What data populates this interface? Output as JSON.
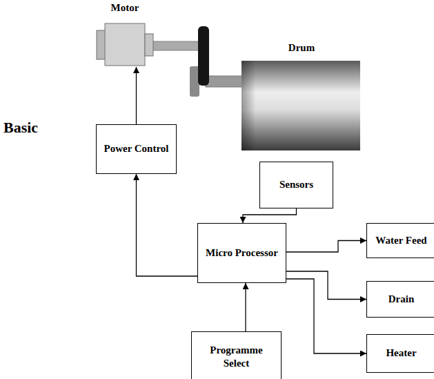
{
  "diagram": {
    "nodes": [
      {
        "text": [
          "Motor"
        ]
      },
      {
        "text": [
          "Drum"
        ]
      },
      {
        "text": [
          "Power Control"
        ]
      },
      {
        "text": [
          "Sensors"
        ]
      },
      {
        "text": [
          "Micro Processor"
        ]
      },
      {
        "text": [
          "Water Feed"
        ]
      },
      {
        "text": [
          "Drain"
        ]
      },
      {
        "text": [
          "Heater"
        ]
      },
      {
        "text": [
          "Programme Select"
        ]
      }
    ],
    "edges": [
      {
        "from": 2,
        "to": 0,
        "arrow": "to"
      },
      {
        "from": 3,
        "to": 4,
        "arrow": "to"
      },
      {
        "from": 4,
        "to": 2,
        "arrow": "to"
      },
      {
        "from": 4,
        "to": 5,
        "arrow": "to"
      },
      {
        "from": 4,
        "to": 6,
        "arrow": "to"
      },
      {
        "from": 4,
        "to": 7,
        "arrow": "to"
      },
      {
        "from": 8,
        "to": 4,
        "arrow": "to"
      }
    ],
    "labels": [
      "Basic"
    ]
  }
}
